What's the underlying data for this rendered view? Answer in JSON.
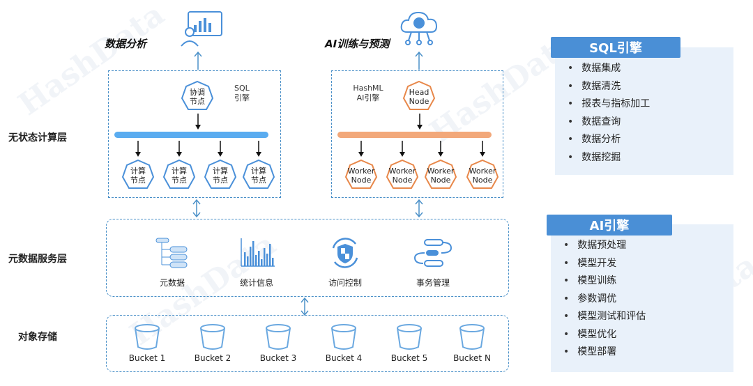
{
  "watermark": "HashData",
  "top": {
    "left_label": "数据分析",
    "right_label": "AI训练与预测"
  },
  "layers": {
    "compute": "无状态计算层",
    "meta": "元数据服务层",
    "storage": "对象存储"
  },
  "sql_cluster": {
    "coord_node": "协调\n节点",
    "engine_label": "SQL\n引擎",
    "compute_nodes": [
      "计算\n节点",
      "计算\n节点",
      "计算\n节点",
      "计算\n节点"
    ],
    "bar_color": "#5aacf0"
  },
  "ai_cluster": {
    "engine_label": "HashML\nAI引擎",
    "head_node": "Head\nNode",
    "worker_nodes": [
      "Worker\nNode",
      "Worker\nNode",
      "Worker\nNode",
      "Worker\nNode"
    ],
    "bar_color": "#f2a87a"
  },
  "meta_services": [
    {
      "icon": "metadata-tree-icon",
      "label": "元数据"
    },
    {
      "icon": "statistics-bar-icon",
      "label": "统计信息"
    },
    {
      "icon": "access-shield-icon",
      "label": "访问控制"
    },
    {
      "icon": "transaction-flow-icon",
      "label": "事务管理"
    }
  ],
  "buckets": [
    "Bucket 1",
    "Bucket 2",
    "Bucket 3",
    "Bucket 4",
    "Bucket 5",
    "Bucket N"
  ],
  "sql_panel": {
    "title": "SQL引擎",
    "items": [
      "数据集成",
      "数据清洗",
      "报表与指标加工",
      "数据查询",
      "数据分析",
      "数据挖掘"
    ]
  },
  "ai_panel": {
    "title": "AI引擎",
    "items": [
      "数据预处理",
      "模型开发",
      "模型训练",
      "参数调优",
      "模型测试和评估",
      "模型优化",
      "模型部署"
    ]
  },
  "colors": {
    "accent": "#4a90c8",
    "panel_title": "#4a8fd6",
    "panel_bg": "#e9f1fa",
    "hex_blue": "#4a90d9",
    "hex_orange": "#e8884a"
  }
}
